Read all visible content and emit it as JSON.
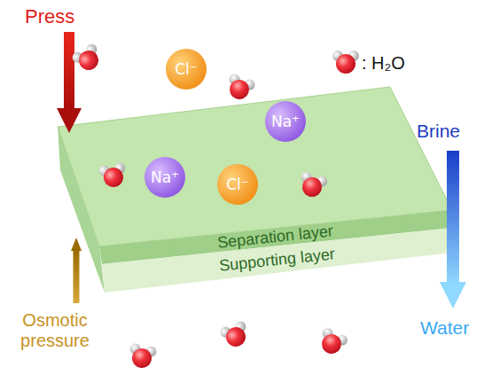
{
  "diagram": {
    "nodes": [
      {
        "text": [
          "Cl⁻"
        ]
      },
      {
        "text": [
          "Na⁺"
        ]
      },
      {
        "text": [
          "Na⁺"
        ]
      },
      {
        "text": [
          "Cl⁻"
        ]
      },
      {
        "text": [
          "Separation layer"
        ]
      },
      {
        "text": [
          "Supporting layer"
        ]
      }
    ],
    "labels": [
      "Press",
      "Brine",
      "Water",
      "Osmotic pressure"
    ],
    "legend": [
      {
        "text": ": H₂O"
      }
    ]
  }
}
